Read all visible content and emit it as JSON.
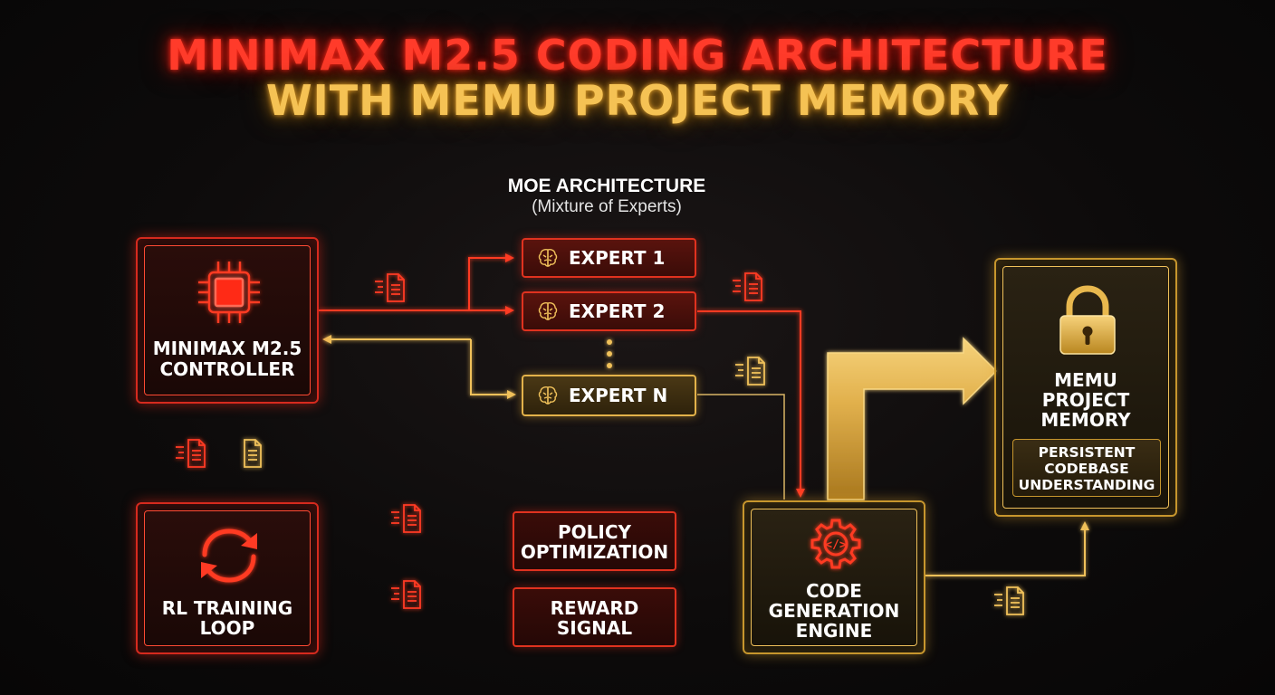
{
  "title": {
    "line1": "MINIMAX M2.5 CODING ARCHITECTURE",
    "line2": "WITH MEMU PROJECT MEMORY"
  },
  "moe": {
    "title": "MOE ARCHITECTURE",
    "subtitle": "(Mixture of Experts)"
  },
  "nodes": {
    "controller": {
      "line1": "MINIMAX M2.5",
      "line2": "CONTROLLER",
      "icon": "cpu-chip-icon"
    },
    "expert1": {
      "label": "EXPERT 1",
      "icon": "brain-icon"
    },
    "expert2": {
      "label": "EXPERT 2",
      "icon": "brain-icon"
    },
    "expertN": {
      "label": "EXPERT N",
      "icon": "brain-icon"
    },
    "memory": {
      "line1": "MEMU",
      "line2": "PROJECT",
      "line3": "MEMORY",
      "icon": "padlock-icon"
    },
    "persistent": {
      "line1": "PERSISTENT",
      "line2": "CODEBASE",
      "line3": "UNDERSTANDING"
    },
    "rl_loop": {
      "line1": "RL TRAINING",
      "line2": "LOOP",
      "icon": "cycle-arrows-icon"
    },
    "policy": {
      "line1": "POLICY",
      "line2": "OPTIMIZATION"
    },
    "reward": {
      "line1": "REWARD",
      "line2": "SIGNAL"
    },
    "codegen": {
      "line1": "CODE",
      "line2": "GENERATION",
      "line3": "ENGINE",
      "icon": "gear-code-icon"
    }
  },
  "colors": {
    "red_accent": "#e0321f",
    "gold_accent": "#e3b24a",
    "background": "#0d0b0b"
  }
}
